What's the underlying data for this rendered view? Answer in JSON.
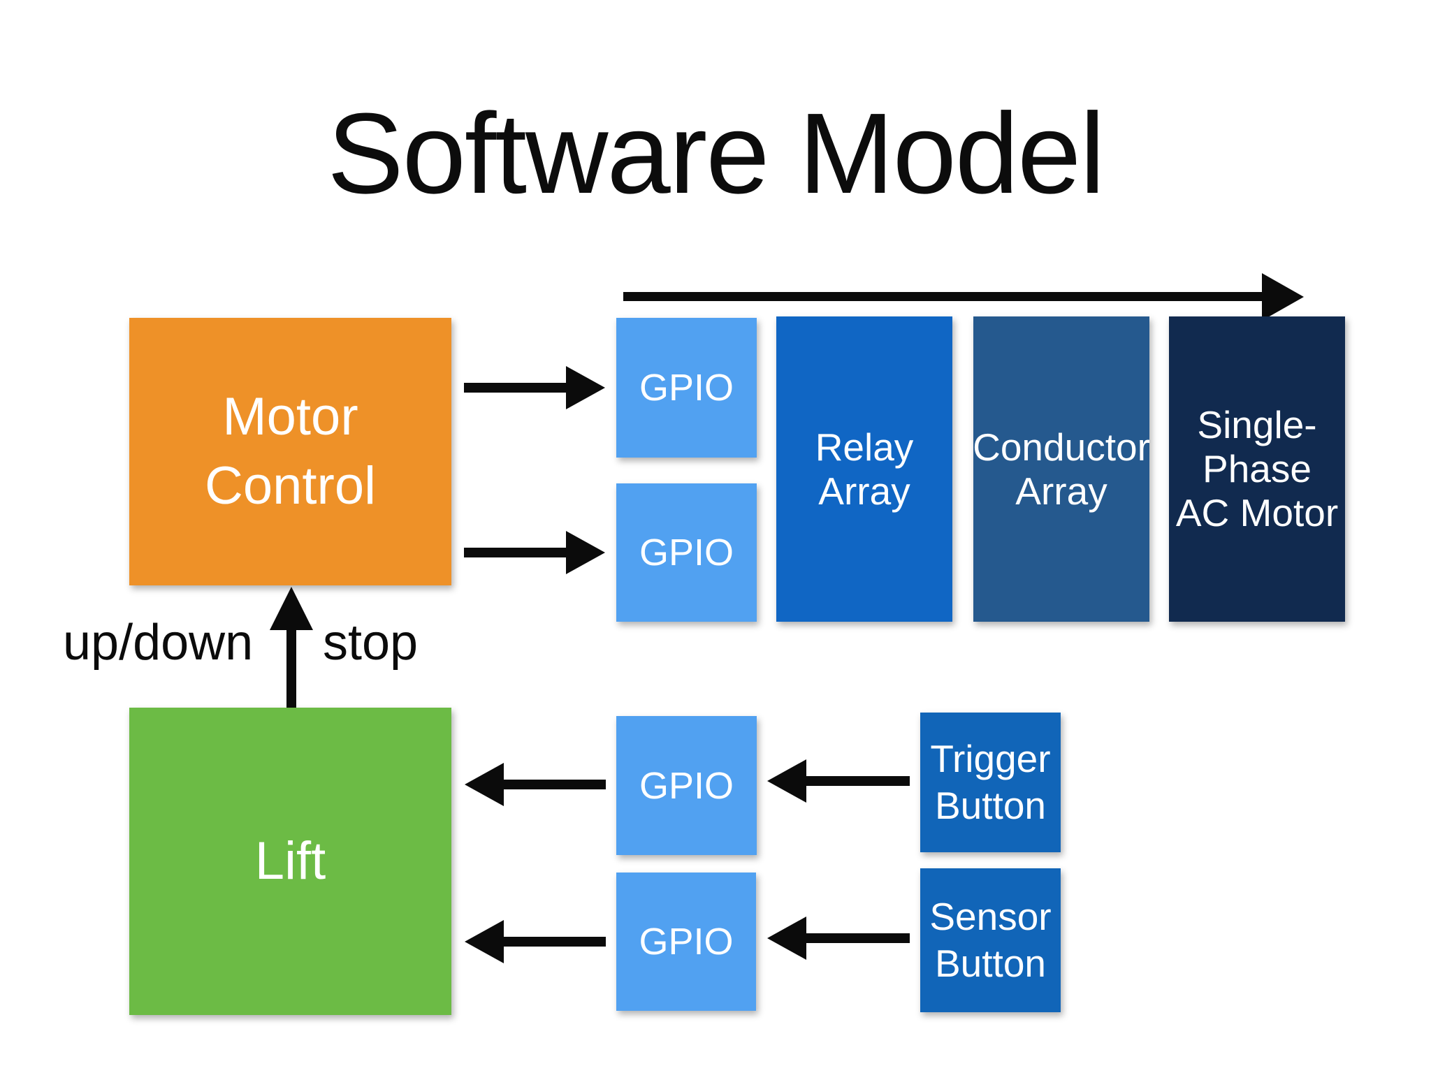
{
  "title": "Software Model",
  "flow_labels": {
    "up_down": "up/down",
    "stop": "stop"
  },
  "boxes": {
    "motor_control": {
      "label": "Motor Control",
      "lines": [
        "Motor",
        "Control"
      ],
      "color": "#EE9128"
    },
    "lift": {
      "label": "Lift",
      "lines": [
        "Lift"
      ],
      "color": "#6CBB45"
    },
    "gpio_out_1": {
      "label": "GPIO",
      "lines": [
        "GPIO"
      ],
      "color": "#51A1F1"
    },
    "gpio_out_2": {
      "label": "GPIO",
      "lines": [
        "GPIO"
      ],
      "color": "#51A1F1"
    },
    "gpio_in_1": {
      "label": "GPIO",
      "lines": [
        "GPIO"
      ],
      "color": "#51A1F1"
    },
    "gpio_in_2": {
      "label": "GPIO",
      "lines": [
        "GPIO"
      ],
      "color": "#51A1F1"
    },
    "relay_array": {
      "label": "Relay Array",
      "lines": [
        "Relay",
        "Array"
      ],
      "color": "#1066C4"
    },
    "conductor_array": {
      "label": "Conductor Array",
      "lines": [
        "Conductor",
        "Array"
      ],
      "color": "#25598E"
    },
    "single_phase_ac_motor": {
      "label": "Single-Phase AC Motor",
      "lines": [
        "Single-",
        "Phase",
        "AC Motor"
      ],
      "color": "#112A4F"
    },
    "trigger_button": {
      "label": "Trigger Button",
      "lines": [
        "Trigger",
        "Button"
      ],
      "color": "#1165B8"
    },
    "sensor_button": {
      "label": "Sensor Button",
      "lines": [
        "Sensor",
        "Button"
      ],
      "color": "#1165B8"
    }
  },
  "arrow_color": "#0b0b0b",
  "arrows": [
    {
      "name": "hardware-flow-direction",
      "direction": "right",
      "from": "gpio",
      "to": "single-phase-ac-motor"
    },
    {
      "name": "motor-control-to-gpio-1",
      "direction": "right",
      "from": "motor-control",
      "to": "gpio"
    },
    {
      "name": "motor-control-to-gpio-2",
      "direction": "right",
      "from": "motor-control",
      "to": "gpio"
    },
    {
      "name": "gpio-to-lift-1",
      "direction": "left",
      "from": "gpio",
      "to": "lift"
    },
    {
      "name": "gpio-to-lift-2",
      "direction": "left",
      "from": "gpio",
      "to": "lift"
    },
    {
      "name": "trigger-button-to-gpio",
      "direction": "left",
      "from": "trigger-button",
      "to": "gpio"
    },
    {
      "name": "sensor-button-to-gpio",
      "direction": "left",
      "from": "sensor-button",
      "to": "gpio"
    },
    {
      "name": "lift-to-motor-control",
      "direction": "up",
      "from": "lift",
      "to": "motor-control",
      "left_label": "up/down",
      "right_label": "stop"
    }
  ]
}
